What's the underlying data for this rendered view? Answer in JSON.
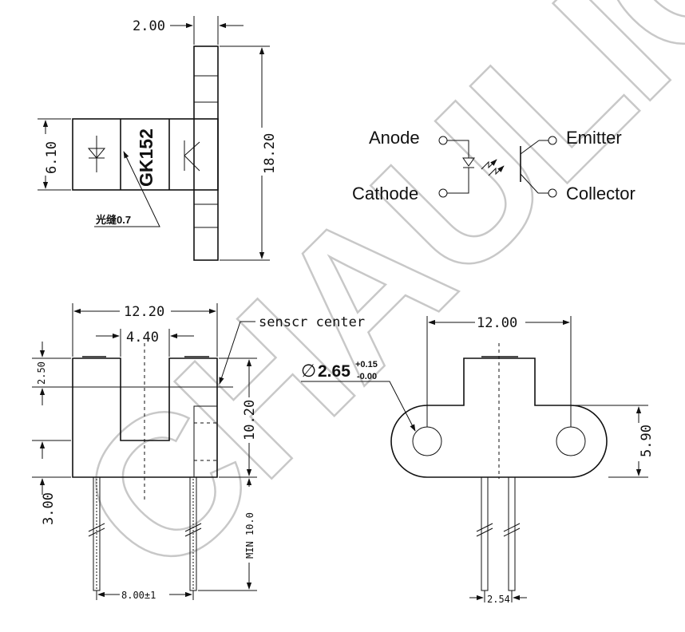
{
  "top_view": {
    "dim_width": "2.00",
    "dim_height": "6.10",
    "dim_total": "18.20",
    "part_number": "GK152",
    "slit_note": "光缝0.7"
  },
  "circuit": {
    "anode": "Anode",
    "cathode": "Cathode",
    "emitter": "Emitter",
    "collector": "Collector"
  },
  "front_view": {
    "dim_width": "12.20",
    "dim_slot": "4.40",
    "dim_top": "2.50",
    "dim_bottom": "3.00",
    "dim_height": "10.20",
    "dim_lead": "MIN 10.0",
    "dim_pitch": "8.00±1",
    "sensor_label": "senscr center"
  },
  "side_view": {
    "dim_holes": "12.00",
    "dim_height": "5.90",
    "dim_pitch": "2.54",
    "hole_symbol": "∅",
    "hole_value": "2.65",
    "hole_tol_plus": "+0.15",
    "hole_tol_minus": "-0.00"
  },
  "watermark": {
    "text": "CHAULIGHT"
  }
}
